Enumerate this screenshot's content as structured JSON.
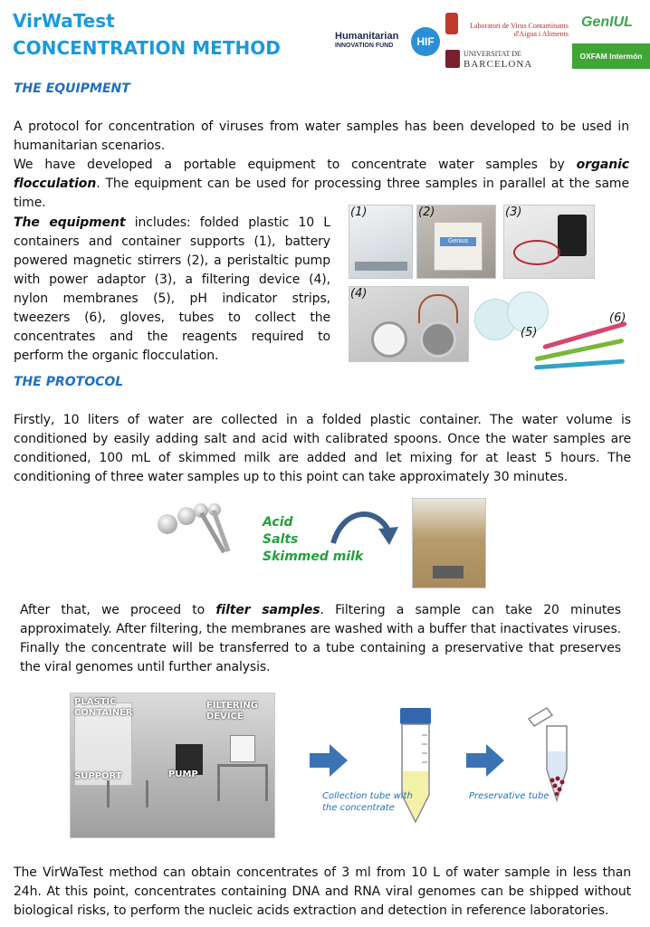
{
  "header": {
    "title_line1": "VirWaTest",
    "title_line2": "CONCENTRATION METHOD",
    "logos": {
      "hif_text1": "Humanitarian",
      "hif_text2": "INNOVATION FUND",
      "hif_badge": "HIF",
      "lab_text1": "Laboratori de Virus Contaminants",
      "lab_text2": "d'Aigua i Aliments",
      "ub_text1": "UNIVERSITAT DE",
      "ub_text2": "BARCELONA",
      "geniul": "GenIUL",
      "oxfam": "OXFAM Intermón"
    }
  },
  "equipment": {
    "heading": "THE EQUIPMENT",
    "intro_line1": "A protocol for concentration of viruses from water samples has been developed to be used in humanitarian scenarios.",
    "intro_line2a": "We have developed a portable equipment to concentrate water samples by ",
    "intro_line2b": "organic flocculation",
    "intro_line2c": ". The equipment can be used for processing three samples in parallel at the same time.",
    "includes_bold": "The equipment",
    "includes_text": " includes: folded plastic 10 L containers and container supports (1), battery powered magnetic stirrers (2), a peristaltic pump with power adaptor (3), a filtering device (4), nylon membranes (5), pH indicator strips, tweezers (6), gloves, tubes to collect the concentrates and the reagents required to perform the organic flocculation.",
    "photo_labels": [
      "(1)",
      "(2)",
      "(3)",
      "(4)",
      "(5)",
      "(6)"
    ],
    "stirrer_brand": "Genius"
  },
  "protocol": {
    "heading": "THE PROTOCOL",
    "para1": "Firstly, 10 liters of water are collected in a folded plastic container. The water volume is conditioned by easily adding salt and acid with calibrated spoons. Once the water samples are conditioned, 100 mL of skimmed milk are added and let mixing for at least 5 hours. The conditioning of three water samples up to this point can take approximately 30 minutes.",
    "reagents": [
      "Acid",
      "Salts",
      "Skimmed milk"
    ],
    "para2a": "After that, we proceed to ",
    "para2b": "filter samples",
    "para2c": ". Filtering a sample can  take 20 minutes approximately. After filtering, the membranes are washed with a buffer that inactivates viruses. Finally the concentrate will be transferred to a tube containing a preservative that preserves the viral genomes until further analysis.",
    "setup_labels": {
      "container": "PLASTIC CONTAINER",
      "filter": "FILTERING DEVICE",
      "support": "SUPPORT",
      "pump": "PUMP"
    },
    "collection_caption": "Collection tube with the concentrate",
    "preservative_caption": "Preservative tube",
    "para3": "The VirWaTest method can obtain concentrates of 3 ml from 10 L of water sample in less than 24h. At this point, concentrates containing DNA and RNA viral genomes can be shipped without biological risks, to perform the nucleic acids extraction and detection in reference laboratories."
  },
  "colors": {
    "title_blue": "#1a9ad9",
    "section_blue": "#1f6fbf",
    "reagent_green": "#22a13a",
    "arrow_blue": "#3b73b5"
  }
}
